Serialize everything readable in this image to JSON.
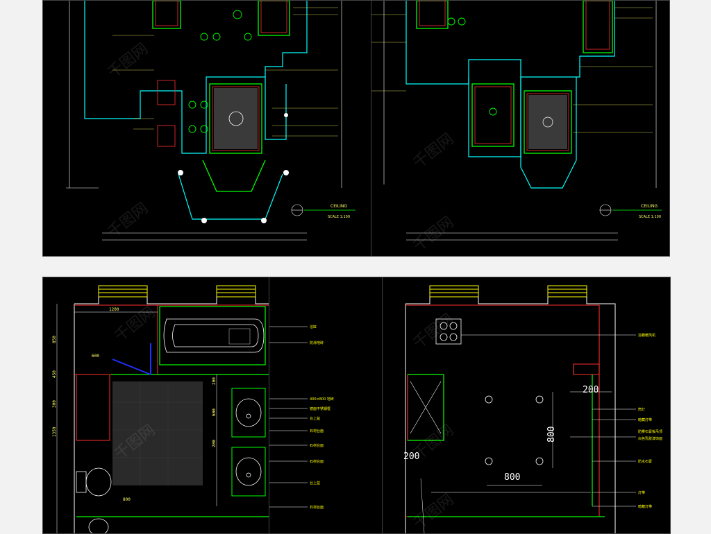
{
  "panels": {
    "ceiling_left": {
      "title_tag": "CEILING",
      "scale": "SCALE 1:100"
    },
    "ceiling_right": {
      "title_tag": "CEILING",
      "scale": "SCALE 1:100"
    },
    "bathroom_left": {
      "dims": {
        "top_width": "1200",
        "left_a": "850",
        "left_b": "450",
        "left_c": "300",
        "left_d": "1350",
        "inner_a": "600",
        "inner_b": "200",
        "inner_c": "600",
        "inner_d": "200",
        "bottom": "800"
      },
      "labels": [
        "浴缸",
        "防滑地砖",
        "400×800 地砖",
        "镜面不锈钢框",
        "台上盆",
        "石材台面",
        "石材台面",
        "石材台面",
        "台上盆",
        "石材台面"
      ]
    },
    "bathroom_right": {
      "dims": {
        "right_top": "200",
        "right_mid": "800",
        "left_mid": "200",
        "bottom_mid": "800"
      },
      "labels": [
        "浴霸暖风机",
        "筒灯",
        "暗藏灯带",
        "防雾石膏板吊顶",
        "白色乳胶漆饰面",
        "防水石膏",
        "灯带",
        "暗藏灯带"
      ]
    }
  },
  "watermark": "千图网",
  "colors": {
    "background": "#000000",
    "wall_green": "#00ff00",
    "line_cyan": "#00ffff",
    "line_red": "#ff3030",
    "text_yellow": "#ffff00",
    "line_white": "#ffffff",
    "blue": "#2030ff"
  }
}
